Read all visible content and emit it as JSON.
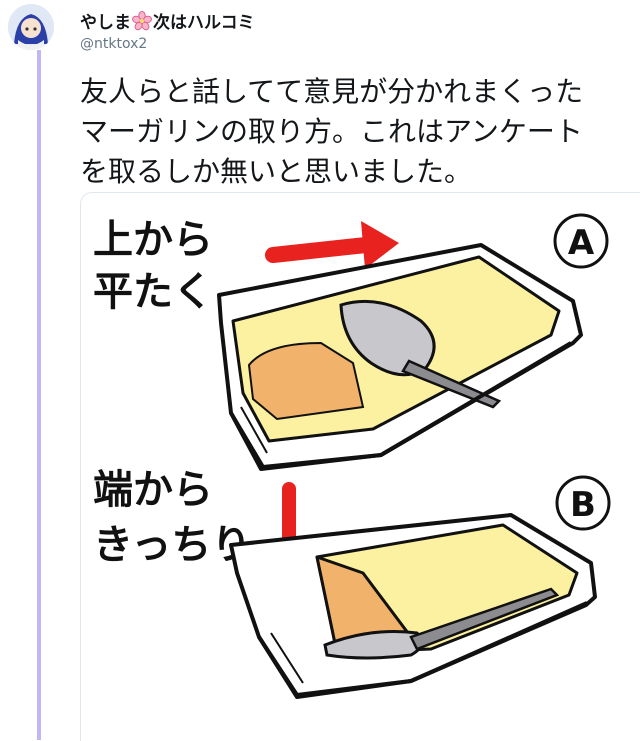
{
  "tweet": {
    "display_name_left": "やしま",
    "display_name_right": "次はハルコミ",
    "handle": "@ntktox2",
    "text_lines": [
      "友人らと話してて意見が分かれまくった",
      "マーガリンの取り方。これはアンケート",
      "を取るしか無いと思いました。"
    ]
  },
  "illustration": {
    "panel_a": {
      "label_line1": "上から",
      "label_line2": "平たく",
      "option": "A"
    },
    "panel_b": {
      "label_line1": "端から",
      "label_line2": "きっちり",
      "option": "B"
    }
  },
  "colors": {
    "thread_line": "#c4b5f5",
    "margarine": "#fbf1a0",
    "scooped": "#f1b36b",
    "arrow": "#e8231f",
    "handle_text": "#657786"
  },
  "icons": [
    "sakura-icon",
    "spoon-icon",
    "arrow-icon"
  ]
}
